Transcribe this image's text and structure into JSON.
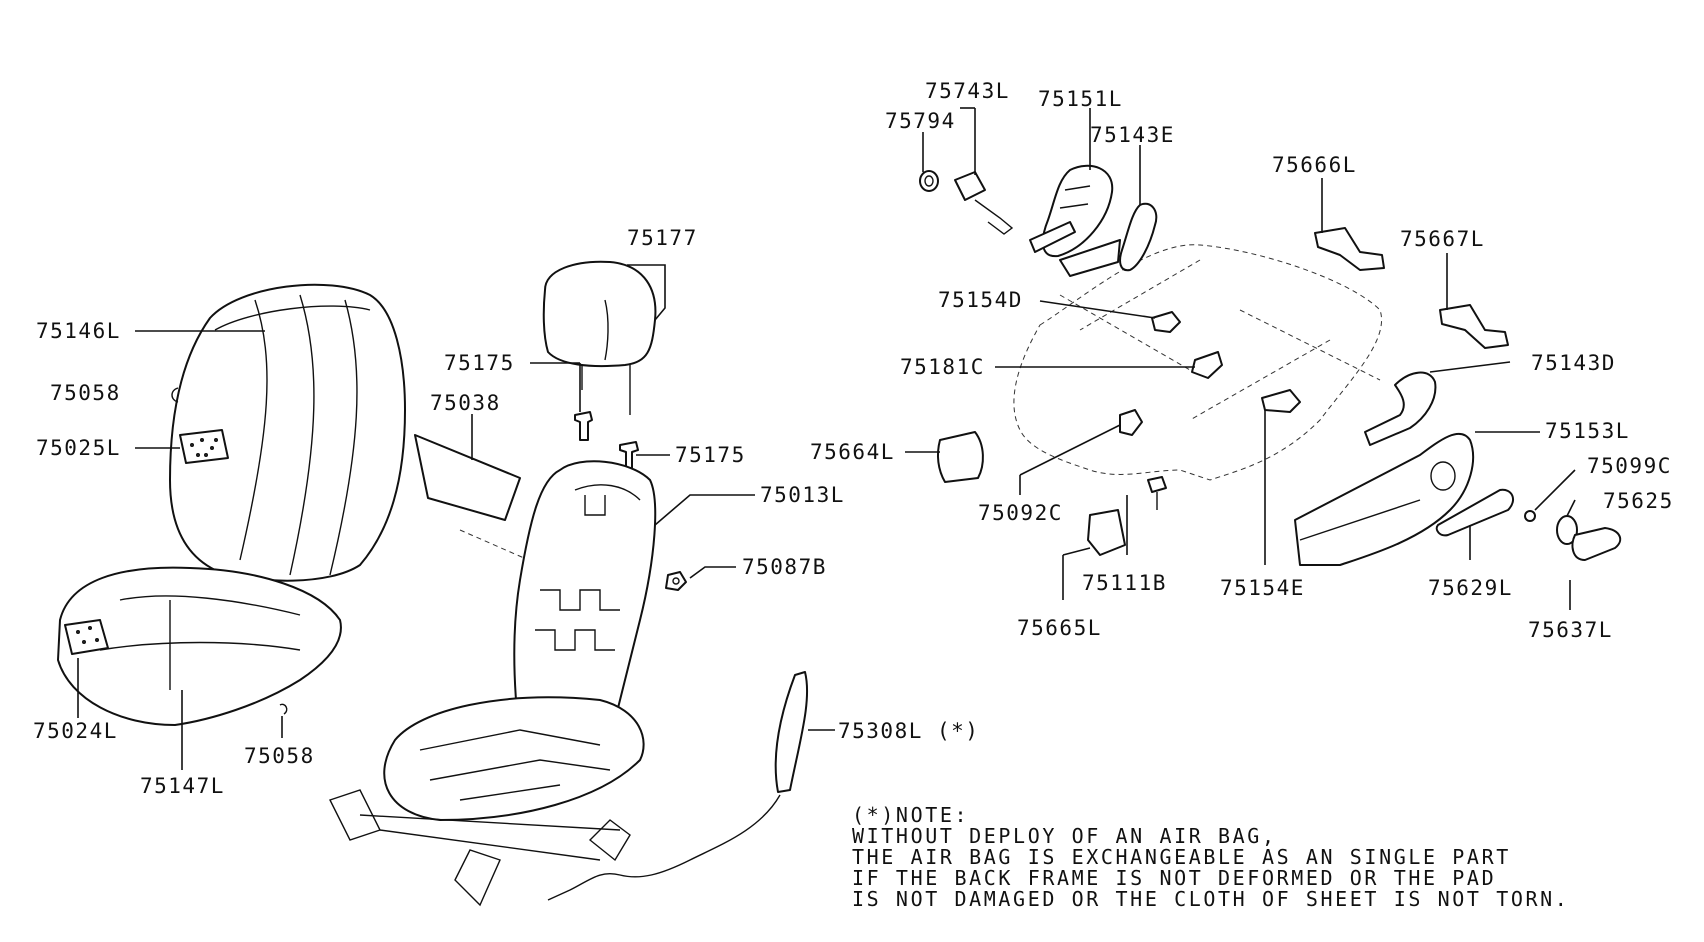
{
  "labels": {
    "l75743L": "75743L",
    "l75151L": "75151L",
    "l75794": "75794",
    "l75143E": "75143E",
    "l75666L": "75666L",
    "l75667L": "75667L",
    "l75177": "75177",
    "l75154D": "75154D",
    "l75143D": "75143D",
    "l75146L": "75146L",
    "l75181C": "75181C",
    "l75175a": "75175",
    "l75058a": "75058",
    "l75038": "75038",
    "l75153L": "75153L",
    "l75025L": "75025L",
    "l75175b": "75175",
    "l75664L": "75664L",
    "l75099C": "75099C",
    "l75013L": "75013L",
    "l75625": "75625",
    "l75092C": "75092C",
    "l75087B": "75087B",
    "l75111B": "75111B",
    "l75154E": "75154E",
    "l75629L": "75629L",
    "l75665L": "75665L",
    "l75637L": "75637L",
    "l75024L": "75024L",
    "l75308L": "75308L (*)",
    "l75058b": "75058",
    "l75147L": "75147L"
  },
  "note": {
    "line1": "(*)NOTE:",
    "line2": "WITHOUT DEPLOY OF AN AIR BAG,",
    "line3": "THE AIR BAG IS EXCHANGEABLE AS AN SINGLE PART",
    "line4": "IF THE BACK FRAME IS NOT DEFORMED OR THE PAD",
    "line5": "IS NOT DAMAGED OR THE CLOTH OF SHEET IS NOT TORN."
  }
}
